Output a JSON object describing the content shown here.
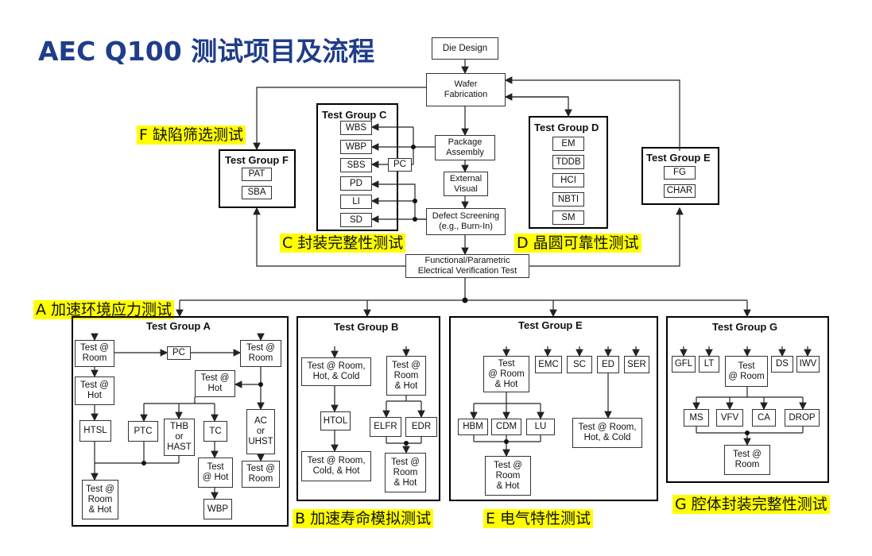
{
  "title": "AEC Q100 测试项目及流程",
  "flow": {
    "die_design": "Die Design",
    "wafer_fab": "Wafer\nFabrication",
    "package_assembly": "Package\nAssembly",
    "external_visual": "External\nVisual",
    "defect_screening": "Defect Screening\n(e.g., Burn-In)",
    "functional_test": "Functional/Parametric\nElectrical Verification Test"
  },
  "labels": {
    "f": "F 缺陷筛选测试",
    "c": "C 封装完整性测试",
    "d": "D 晶圆可靠性测试",
    "a": "A 加速环境应力测试",
    "b": "B 加速寿命模拟测试",
    "e": "E 电气特性测试",
    "g": "G 腔体封装完整性测试"
  },
  "group_c": {
    "title": "Test Group C",
    "items": [
      "WBS",
      "WBP",
      "SBS",
      "PD",
      "LI",
      "SD"
    ],
    "pc": "PC"
  },
  "group_d": {
    "title": "Test Group D",
    "items": [
      "EM",
      "TDDB",
      "HCI",
      "NBTI",
      "SM"
    ]
  },
  "group_f": {
    "title": "Test Group F",
    "items": [
      "PAT",
      "SBA"
    ]
  },
  "group_e_top": {
    "title": "Test Group E",
    "items": [
      "FG",
      "CHAR"
    ]
  },
  "group_a": {
    "title": "Test Group A",
    "test_room": "Test @\nRoom",
    "pc": "PC",
    "test_room2": "Test @\nRoom",
    "test_hot": "Test @\nHot",
    "test_hot2": "Test @\nHot",
    "htsl": "HTSL",
    "ptc": "PTC",
    "thb": "THB\nor\nHAST",
    "tc": "TC",
    "ac": "AC\nor\nUHST",
    "test_room_hot": "Test @\nRoom\n& Hot",
    "test_hot3": "Test\n@ Hot",
    "test_room3": "Test @\nRoom",
    "wbp": "WBP"
  },
  "group_b": {
    "title": "Test Group B",
    "t1": "Test @ Room,\nHot, & Cold",
    "t2": "Test @\nRoom\n& Hot",
    "htol": "HTOL",
    "elfr": "ELFR",
    "edr": "EDR",
    "t3": "Test @ Room,\nCold, & Hot",
    "t4": "Test @\nRoom\n& Hot"
  },
  "group_e": {
    "title": "Test Group E",
    "t1": "Test\n@ Room\n& Hot",
    "emc": "EMC",
    "sc": "SC",
    "ed": "ED",
    "ser": "SER",
    "hbm": "HBM",
    "cdm": "CDM",
    "lu": "LU",
    "t2": "Test @ Room,\nHot, & Cold",
    "t3": "Test @\nRoom\n& Hot"
  },
  "group_g": {
    "title": "Test Group G",
    "gfl": "GFL",
    "lt": "LT",
    "test_room": "Test\n@ Room",
    "ds": "DS",
    "iwv": "IWV",
    "ms": "MS",
    "vfv": "VFV",
    "ca": "CA",
    "drop": "DROP",
    "test_room2": "Test @\nRoom"
  }
}
